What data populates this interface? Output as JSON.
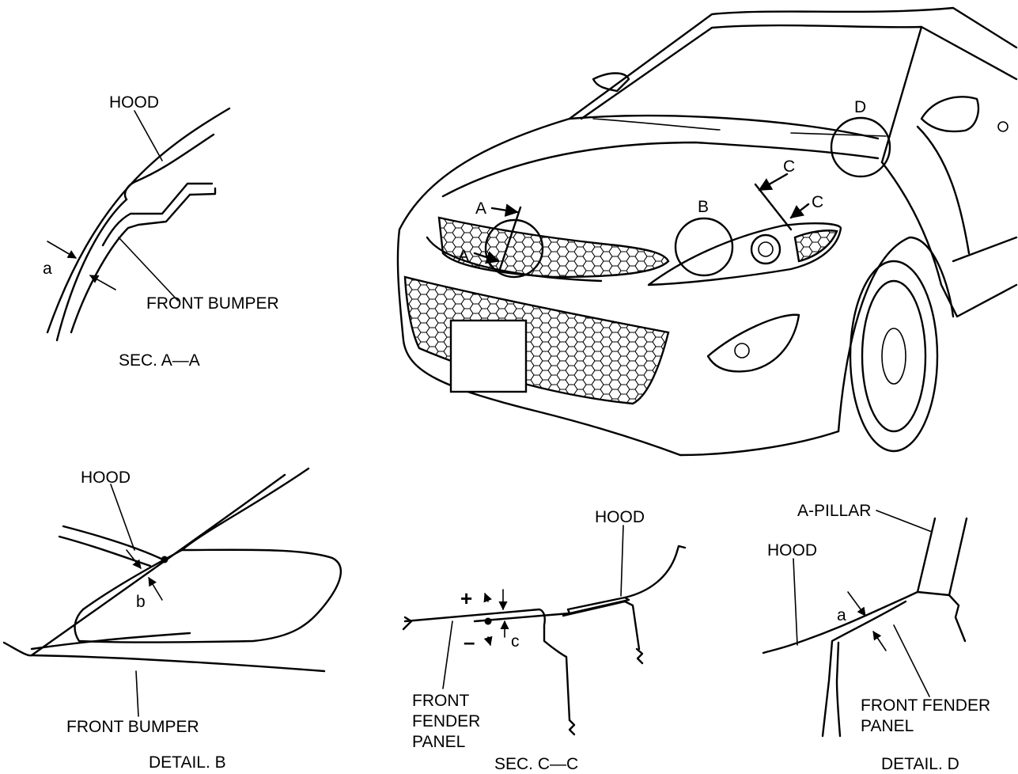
{
  "sec_aa": {
    "hood_label": "HOOD",
    "bumper_label": "FRONT BUMPER",
    "gap_label": "a",
    "caption": "SEC. A—A"
  },
  "car": {
    "callout_a": "A",
    "callout_b": "B",
    "callout_c": "C",
    "callout_d": "D"
  },
  "detail_b": {
    "hood_label": "HOOD",
    "gap_label": "b",
    "bumper_label": "FRONT BUMPER",
    "caption": "DETAIL. B"
  },
  "sec_cc": {
    "hood_label": "HOOD",
    "plus_symbol": "+",
    "minus_symbol": "–",
    "gap_label": "c",
    "fender_label_1": "FRONT",
    "fender_label_2": "FENDER",
    "fender_label_3": "PANEL",
    "caption": "SEC. C—C"
  },
  "detail_d": {
    "pillar_label": "A-PILLAR",
    "hood_label": "HOOD",
    "gap_label": "a",
    "fender_label_1": "FRONT FENDER",
    "fender_label_2": "PANEL",
    "caption": "DETAIL. D"
  }
}
